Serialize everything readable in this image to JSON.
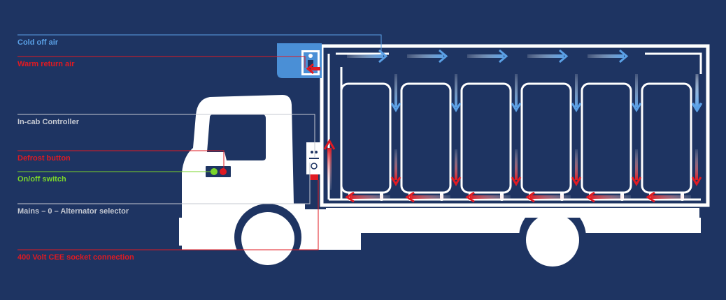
{
  "labels": {
    "cold_air": "Cold off air",
    "warm_air": "Warm return air",
    "controller": "In-cab Controller",
    "defrost": "Defrost button",
    "onoff": "On/off switch",
    "selector": "Mains – 0 – Alternator selector",
    "socket": "400 Volt CEE socket connection"
  },
  "colors": {
    "background": "#1e3462",
    "cold": "#5aa0e6",
    "warm": "#e01a22",
    "grey_label": "#c5c9d2",
    "green": "#7ad52b",
    "truck": "#ffffff"
  },
  "bays": 6
}
